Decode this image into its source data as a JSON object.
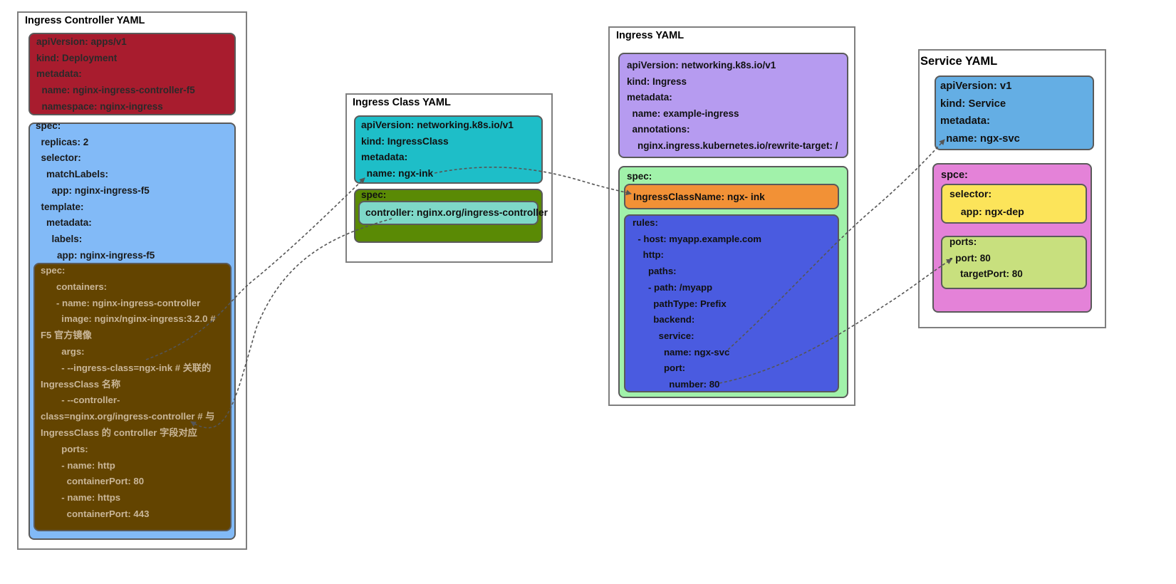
{
  "frames": {
    "controller": {
      "title": "Ingress Controller YAML"
    },
    "ingress_class": {
      "title": "Ingress Class YAML"
    },
    "ingress": {
      "title": "Ingress YAML"
    },
    "service": {
      "title": "Service YAML"
    }
  },
  "boxes": {
    "ctrl_meta": {
      "color": "#a81c2e",
      "text_color": "#2a2a2a",
      "lines": [
        "apiVersion: apps/v1",
        "kind: Deployment",
        "metadata:",
        "  name: nginx-ingress-controller-f5",
        "  namespace: nginx-ingress"
      ]
    },
    "ctrl_spec": {
      "color": "#82baf7",
      "text_color": "#1a1a1a",
      "lines": [
        "spec:",
        "  replicas: 2",
        "  selector:",
        "    matchLabels:",
        "      app: nginx-ingress-f5",
        "  template:",
        "    metadata:",
        "      labels:",
        "        app: nginx-ingress-f5"
      ]
    },
    "ctrl_pod_spec": {
      "color": "#634400",
      "text_color": "#c9b698",
      "lines": [
        "spec:",
        "      containers:",
        "      - name: nginx-ingress-controller",
        "        image: nginx/nginx-ingress:3.2.0 #",
        "F5 官方镜像",
        "        args:",
        "        - --ingress-class=ngx-ink # 关联的",
        "IngressClass 名称",
        "        - --controller-",
        "class=nginx.org/ingress-controller # 与",
        "IngressClass 的 controller 字段对应",
        "        ports:",
        "        - name: http",
        "          containerPort: 80",
        "        - name: https",
        "          containerPort: 443"
      ]
    },
    "ic_meta": {
      "color": "#1ebec8",
      "text_color": "#111111",
      "lines": [
        "apiVersion: networking.k8s.io/v1",
        "kind: IngressClass",
        "metadata:",
        "  name: ngx-ink"
      ]
    },
    "ic_spec": {
      "color": "#5a8a05",
      "text_color": "#111111",
      "lines": [
        "spec:"
      ]
    },
    "ic_controller": {
      "color": "#7ed8c8",
      "text_color": "#111111",
      "lines": [
        "controller: nginx.org/ingress-controller"
      ]
    },
    "ing_meta": {
      "color": "#b69bf0",
      "text_color": "#111111",
      "lines": [
        "apiVersion: networking.k8s.io/v1",
        "kind: Ingress",
        "metadata:",
        "  name: example-ingress",
        "  annotations:",
        "    nginx.ingress.kubernetes.io/rewrite-target: /"
      ]
    },
    "ing_spec": {
      "color": "#a1f2aa",
      "text_color": "#111111",
      "lines": [
        "spec:"
      ]
    },
    "ing_class_name": {
      "color": "#f29136",
      "text_color": "#111111",
      "lines": [
        "IngressClassName: ngx- ink"
      ]
    },
    "ing_rules": {
      "color": "#4a5be0",
      "text_color": "#111111",
      "lines": [
        "rules:",
        "  - host: myapp.example.com",
        "    http:",
        "      paths:",
        "      - path: /myapp",
        "        pathType: Prefix",
        "        backend:",
        "          service:",
        "            name: ngx-svc",
        "            port:",
        "              number: 80"
      ]
    },
    "svc_meta": {
      "color": "#64aee4",
      "text_color": "#111111",
      "lines": [
        "apiVersion: v1",
        "kind: Service",
        "metadata:",
        "  name: ngx-svc"
      ]
    },
    "svc_spec": {
      "color": "#e482d8",
      "text_color": "#111111",
      "lines": [
        "spce:"
      ]
    },
    "svc_selector": {
      "color": "#fce45a",
      "text_color": "#111111",
      "lines": [
        "selector:",
        "    app: ngx-dep"
      ]
    },
    "svc_ports": {
      "color": "#c8e07e",
      "text_color": "#111111",
      "lines": [
        "ports:",
        "- port: 80",
        "    targetPort: 80"
      ]
    }
  }
}
